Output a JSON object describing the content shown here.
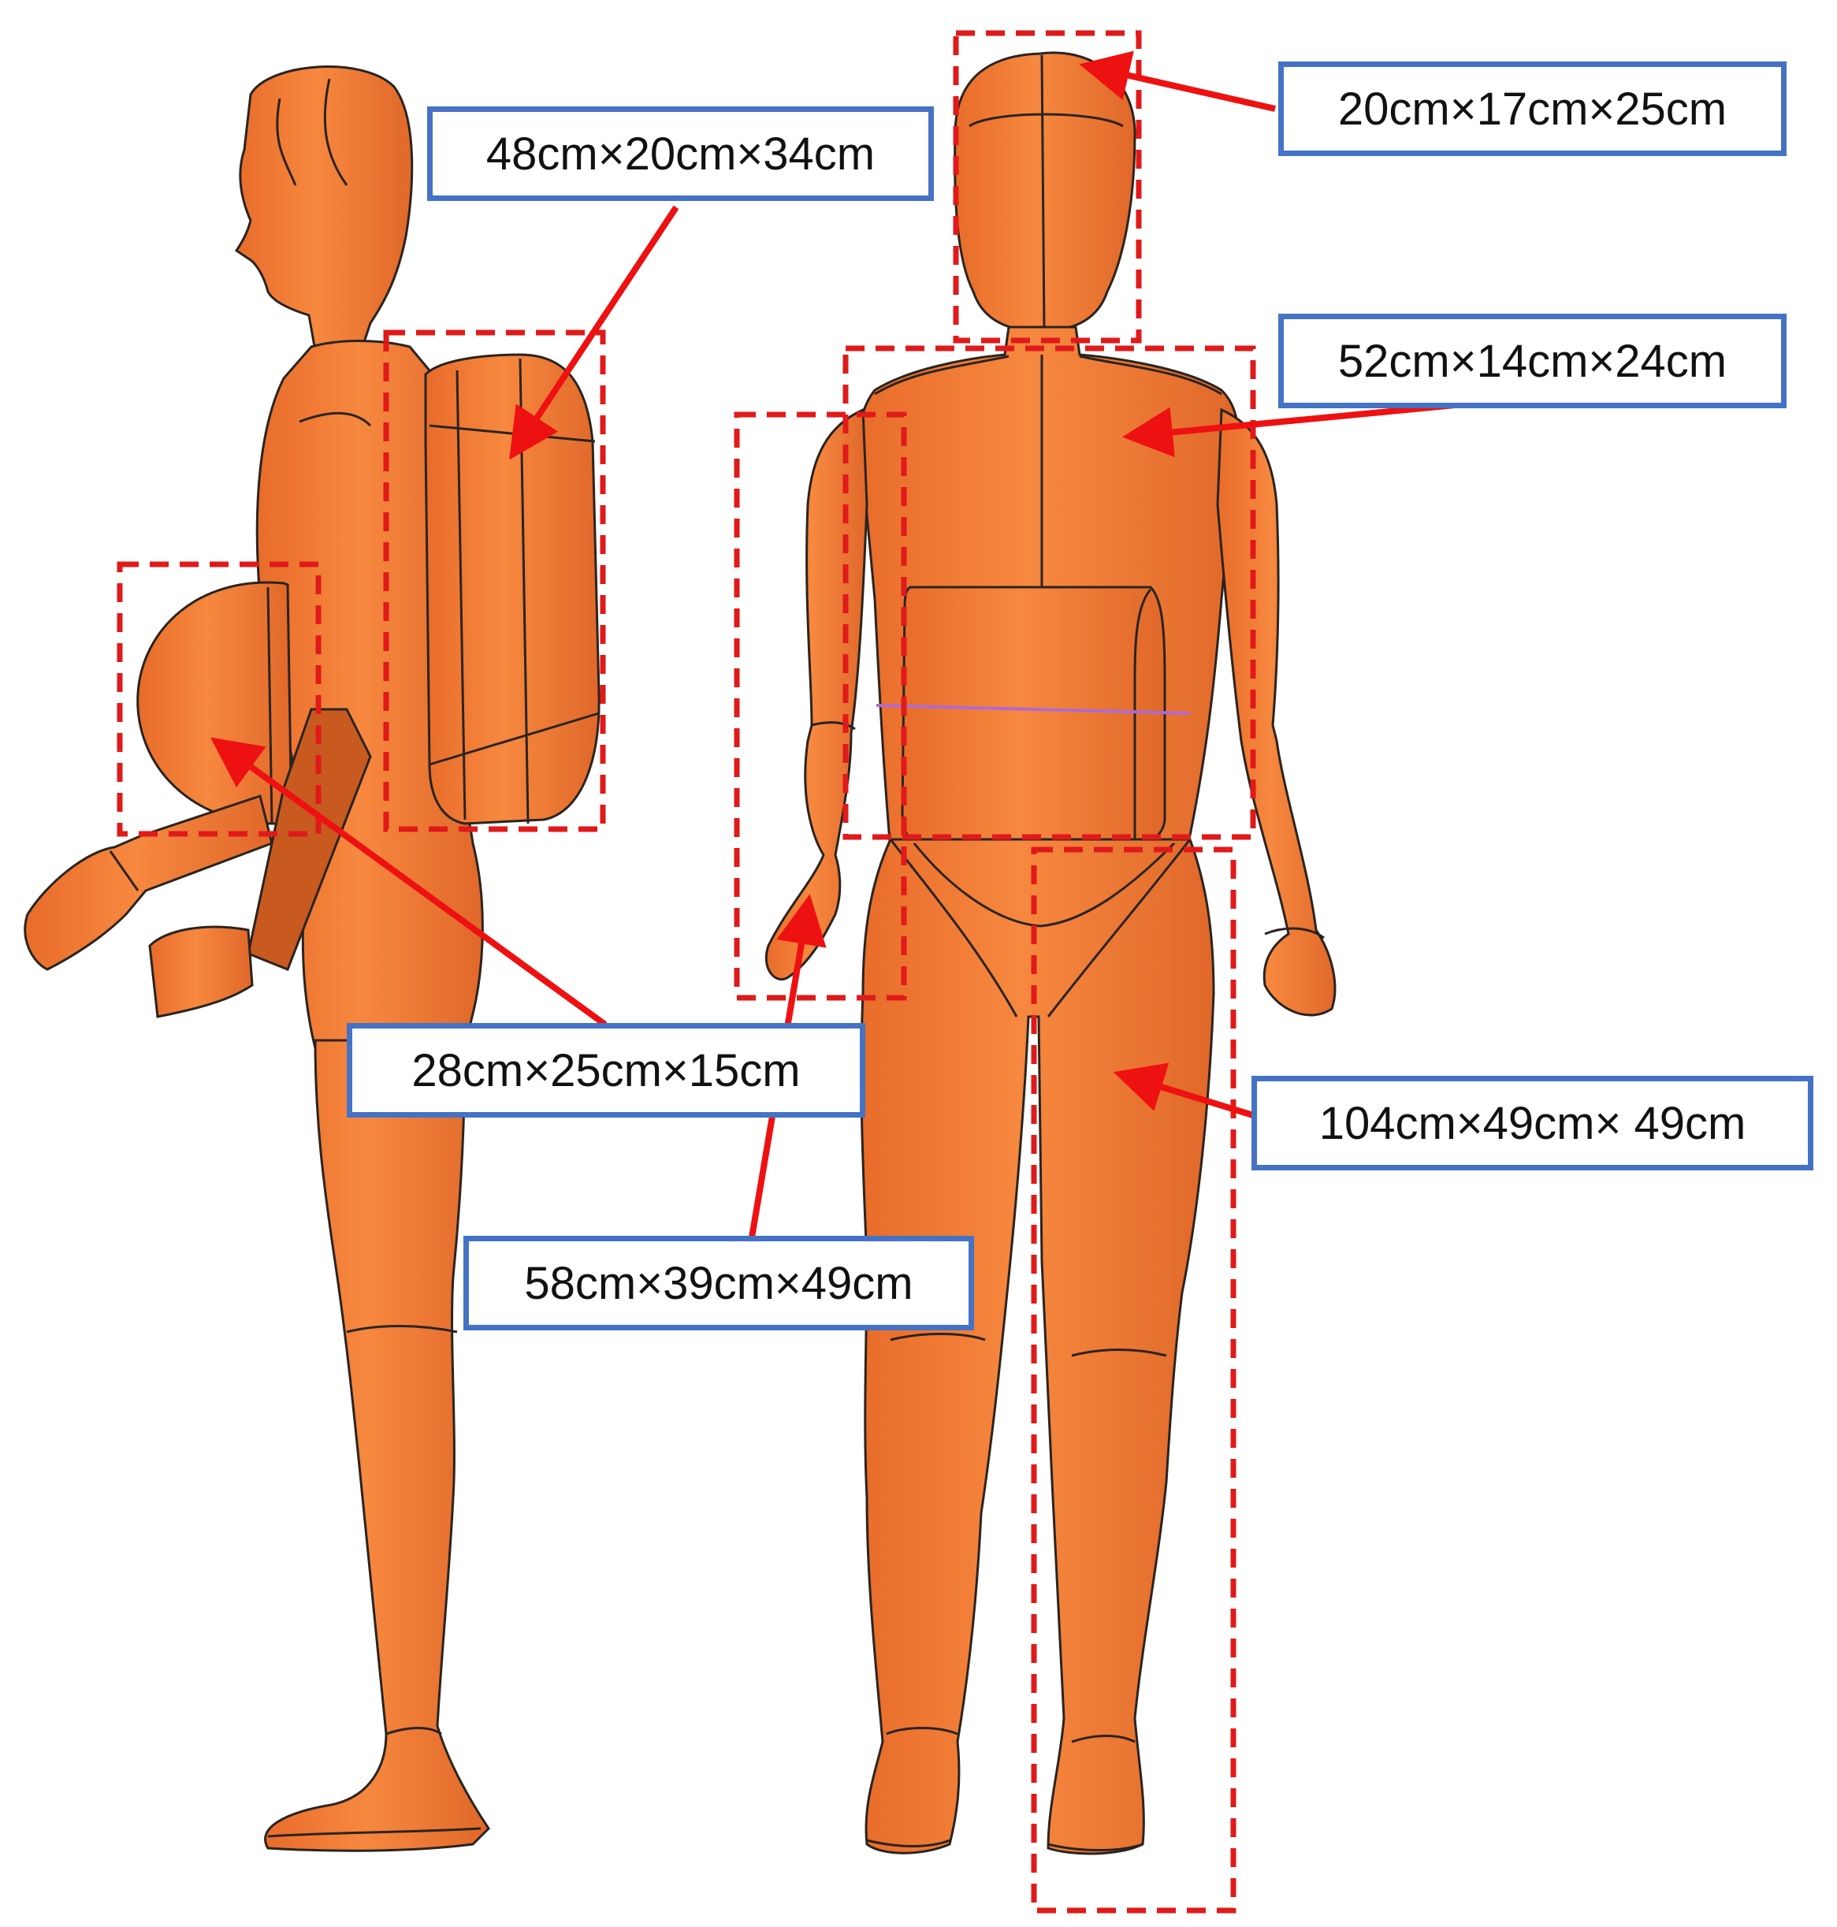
{
  "colors": {
    "body_fill": "#f5823d",
    "body_stroke": "#2a2420",
    "box_dash": "#e01a1a",
    "arrow": "#ee1111",
    "label_border": "#4472c4"
  },
  "labels": {
    "head": "20cm×17cm×25cm",
    "torso": "52cm×14cm×24cm",
    "backpack": "48cm×20cm×34cm",
    "front_pack": "28cm×25cm×15cm",
    "arm": "58cm×39cm×49cm",
    "leg": "104cm×49cm× 49cm"
  }
}
